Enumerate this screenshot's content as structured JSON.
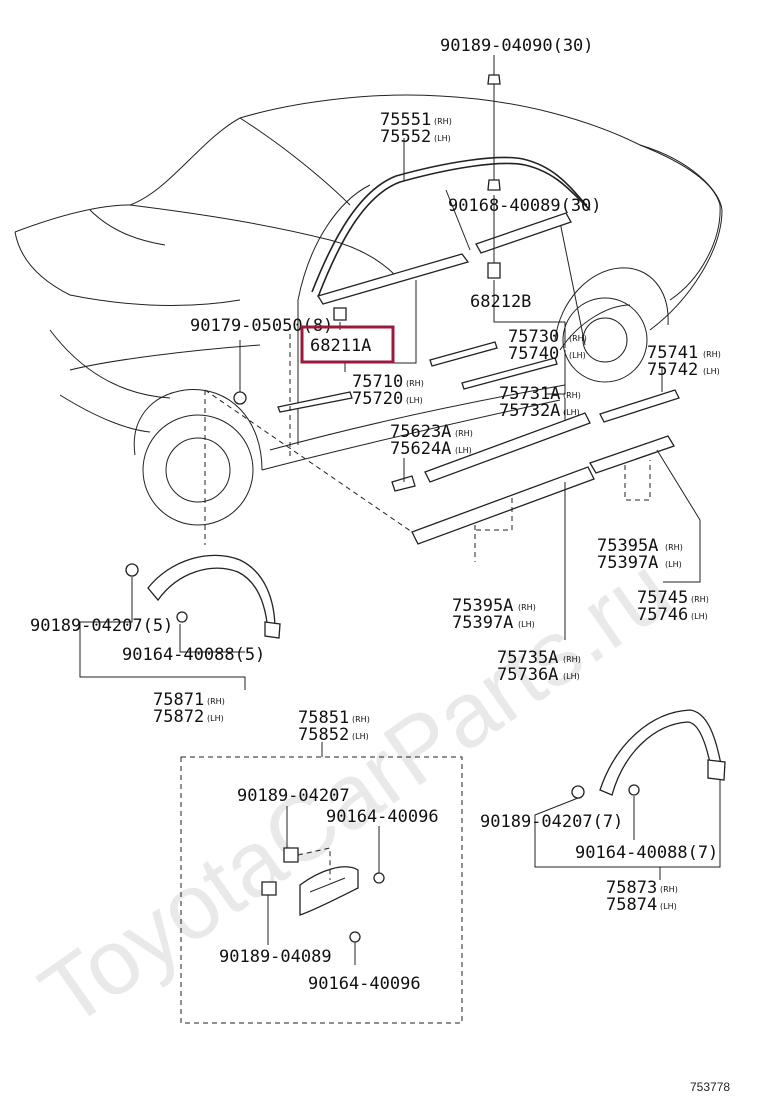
{
  "watermark": "ToyotaCarParts.ru",
  "figure_number": "753778",
  "highlighted_part": "68211A",
  "highlight_color": "#9a1a3c",
  "parts": {
    "p90189_04090": "90189-04090(30)",
    "p75551": "75551",
    "p75552": "75552",
    "p90168_40089": "90168-40089(30)",
    "p68212B": "68212B",
    "p90179_05050": "90179-05050(8)",
    "p68211A": "68211A",
    "p75730": "75730",
    "p75740": "75740",
    "p75741": "75741",
    "p75742": "75742",
    "p75710": "75710",
    "p75720": "75720",
    "p75731A": "75731A",
    "p75732A": "75732A",
    "p75623A": "75623A",
    "p75624A": "75624A",
    "p75395A_r": "75395A",
    "p75397A_r": "75397A",
    "p75745": "75745",
    "p75746": "75746",
    "p90189_04207_5": "90189-04207(5)",
    "p90164_40088_5": "90164-40088(5)",
    "p75395A_c": "75395A",
    "p75397A_c": "75397A",
    "p75735A": "75735A",
    "p75736A": "75736A",
    "p75871": "75871",
    "p75872": "75872",
    "p75851": "75851",
    "p75852": "75852",
    "p90189_04207": "90189-04207",
    "p90164_40096_a": "90164-40096",
    "p90189_04089": "90189-04089",
    "p90164_40096_b": "90164-40096",
    "p90189_04207_7": "90189-04207(7)",
    "p90164_40088_7": "90164-40088(7)",
    "p75873": "75873",
    "p75874": "75874"
  },
  "side": {
    "rh": "(RH)",
    "lh": "(LH)"
  }
}
